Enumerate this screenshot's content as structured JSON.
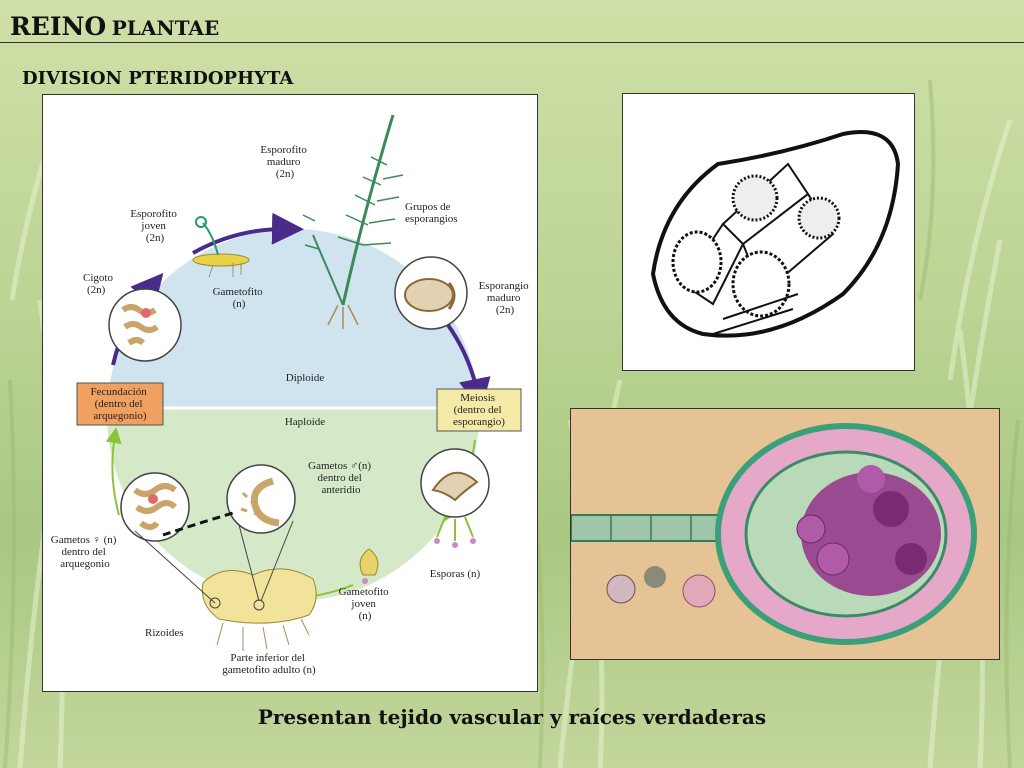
{
  "header": {
    "title_main": "REINO",
    "title_rest": "PLANTAE",
    "subtitle": "DIVISION PTERIDOPHYTA"
  },
  "diagram": {
    "esporofito_maduro": [
      "Esporofito",
      "maduro",
      "(2n)"
    ],
    "grupos": [
      "Grupos de",
      "esporangios"
    ],
    "esporofito_joven": [
      "Esporofito",
      "joven",
      "(2n)"
    ],
    "gametofito": [
      "Gametofito",
      "(n)"
    ],
    "cigoto": [
      "Cigoto",
      "(2n)"
    ],
    "esporangio_maduro": [
      "Esporangio",
      "maduro",
      "(2n)"
    ],
    "diploide": "Diploide",
    "haploide": "Haploide",
    "fecundacion": [
      "Fecundación",
      "(dentro del",
      "arquegonio)"
    ],
    "meiosis": [
      "Meiosis",
      "(dentro del",
      "esporangio)"
    ],
    "gametos_m": [
      "Gametos ♂(n)",
      "dentro del",
      "anteridio"
    ],
    "gametos_f": [
      "Gametos ♀ (n)",
      "dentro del",
      "arquegonio"
    ],
    "esporas": "Esporas (n)",
    "gametofito_joven": [
      "Gametofito",
      "joven",
      "(n)"
    ],
    "rizoides": "Rizoides",
    "parte_inferior": [
      "Parte inferior del",
      "gametofito adulto (n)"
    ]
  },
  "colors": {
    "diploid_bg": "#cfe4ef",
    "haploid_bg": "#d5e8c8",
    "arrow_diploid": "#4a2a8a",
    "arrow_haploid": "#8ac43a",
    "fecundacion_box": "#f0a060",
    "meiosis_box": "#f5e9a8"
  },
  "caption": "Presentan tejido vascular y raíces verdaderas"
}
